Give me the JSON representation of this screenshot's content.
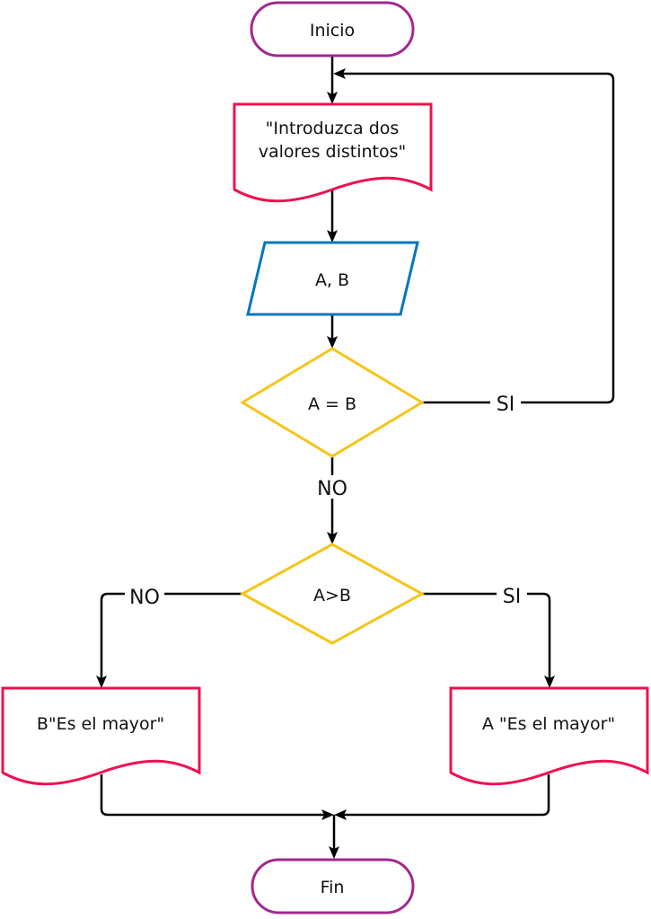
{
  "diagram": {
    "type": "flowchart",
    "colors": {
      "terminal": "#a3278f",
      "document": "#f0104f",
      "io": "#0277bd",
      "decision": "#f5c518",
      "edge": "#000000",
      "text": "#111111"
    },
    "nodes": {
      "start": {
        "label": "Inicio"
      },
      "prompt": {
        "line1": "\"Introduzca dos",
        "line2": "valores distintos\""
      },
      "input": {
        "label": "A, B"
      },
      "equal_check": {
        "label": "A = B"
      },
      "compare": {
        "label": "A>B"
      },
      "b_greater": {
        "label": "B\"Es el mayor\""
      },
      "a_greater": {
        "label": "A \"Es el mayor\""
      },
      "end": {
        "label": "Fin"
      }
    },
    "edge_labels": {
      "equal_yes": "SI",
      "equal_no": "NO",
      "compare_no": "NO",
      "compare_yes": "SI"
    }
  }
}
